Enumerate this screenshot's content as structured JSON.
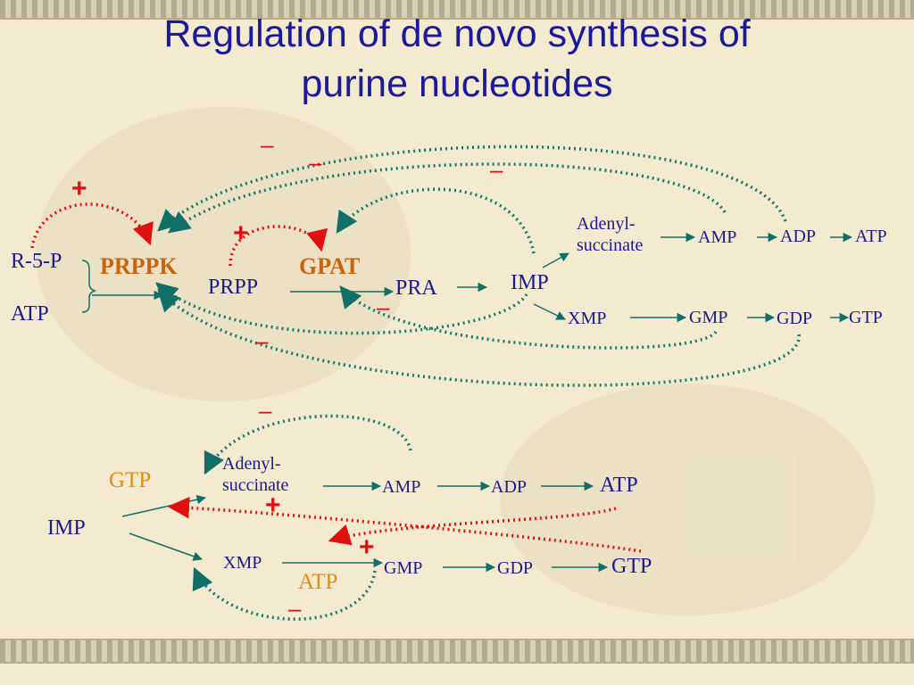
{
  "title": {
    "line1": "Regulation of de novo synthesis of",
    "line2": "purine nucleotides"
  },
  "top_pathway": {
    "r5p": "R-5-P",
    "atp_in": "ATP",
    "prppk": "PRPPK",
    "prpp": "PRPP",
    "gpat": "GPAT",
    "pra": "PRA",
    "imp": "IMP",
    "adenyl_line1": "Adenyl-",
    "adenyl_line2": "succinate",
    "amp": "AMP",
    "adp": "ADP",
    "atp": "ATP",
    "xmp": "XMP",
    "gmp": "GMP",
    "gdp": "GDP",
    "gtp": "GTP",
    "plus": "+",
    "minus": "–"
  },
  "bottom_pathway": {
    "gtp_cofactor": "GTP",
    "imp": "IMP",
    "adenyl_line1": "Adenyl-",
    "adenyl_line2": "succinate",
    "amp": "AMP",
    "adp": "ADP",
    "atp": "ATP",
    "xmp": "XMP",
    "atp_cofactor": "ATP",
    "gmp": "GMP",
    "gdp": "GDP",
    "gtp": "GTP",
    "plus": "+",
    "minus": "–"
  },
  "colors": {
    "title": "#1a1a9a",
    "label": "#1a1a8f",
    "enzyme": "#c8640c",
    "cofactor": "#e38a10",
    "activation": "#e01010",
    "inhibition": "#0f7a6a",
    "arrow": "#107068",
    "background": "#f3ead0"
  }
}
